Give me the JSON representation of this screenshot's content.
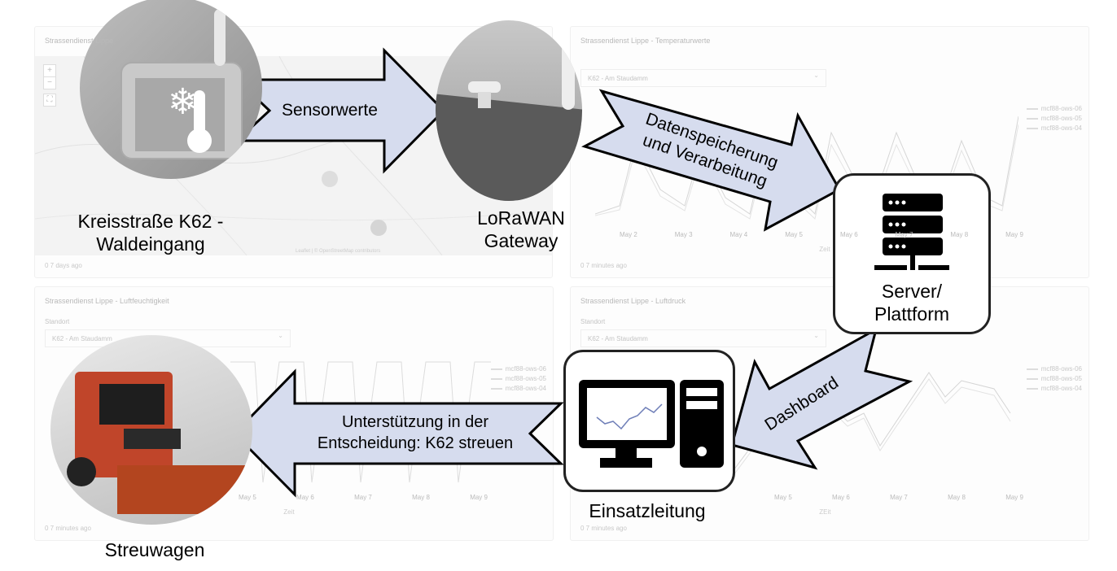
{
  "dashboard": {
    "map_panel": {
      "title": "Strassendienst Lippe",
      "footer": "0 7 days ago",
      "controls": [
        "+",
        "−",
        "⛶"
      ],
      "attribution": "Leaflet | © OpenStreetMap contributors"
    },
    "temp_panel": {
      "title": "Strassendienst Lippe - Temperaturwerte",
      "select": "K62 - Am Staudamm",
      "footer": "0 7 minutes ago",
      "xlabel": "Zeit"
    },
    "humidity_panel": {
      "title": "Strassendienst Lippe - Luftfeuchtigkeit",
      "label": "Standort",
      "select": "K62 - Am Staudamm",
      "footer": "0 7 minutes ago",
      "xlabel": "Zeit"
    },
    "pressure_panel": {
      "title": "Strassendienst Lippe - Luftdruck",
      "label": "Standort",
      "select": "K62 - Am Staudamm",
      "footer": "0 7 minutes ago",
      "xlabel": "ZEit"
    },
    "legend": [
      "mcf88-ows-06",
      "mcf88-ows-05",
      "mcf88-ows-04"
    ],
    "xticks": [
      "May 2",
      "May 3",
      "May 4",
      "May 5",
      "May 6",
      "May 7",
      "May 8",
      "May 9"
    ]
  },
  "diagram": {
    "sensor_label_1": "Kreisstraße K62 -",
    "sensor_label_2": "Waldeingang",
    "gateway_label_1": "LoRaWAN",
    "gateway_label_2": "Gateway",
    "server_label_1": "Server/",
    "server_label_2": "Plattform",
    "control_label": "Einsatzleitung",
    "truck_label": "Streuwagen",
    "arrow_sensor": "Sensorwerte",
    "arrow_storage_1": "Datenspeicherung",
    "arrow_storage_2": "und Verarbeitung",
    "arrow_dashboard": "Dashboard",
    "arrow_decision_1": "Unterstützung in der",
    "arrow_decision_2": "Entscheidung: K62 streuen",
    "arrow_fill": "#d6dcee"
  }
}
